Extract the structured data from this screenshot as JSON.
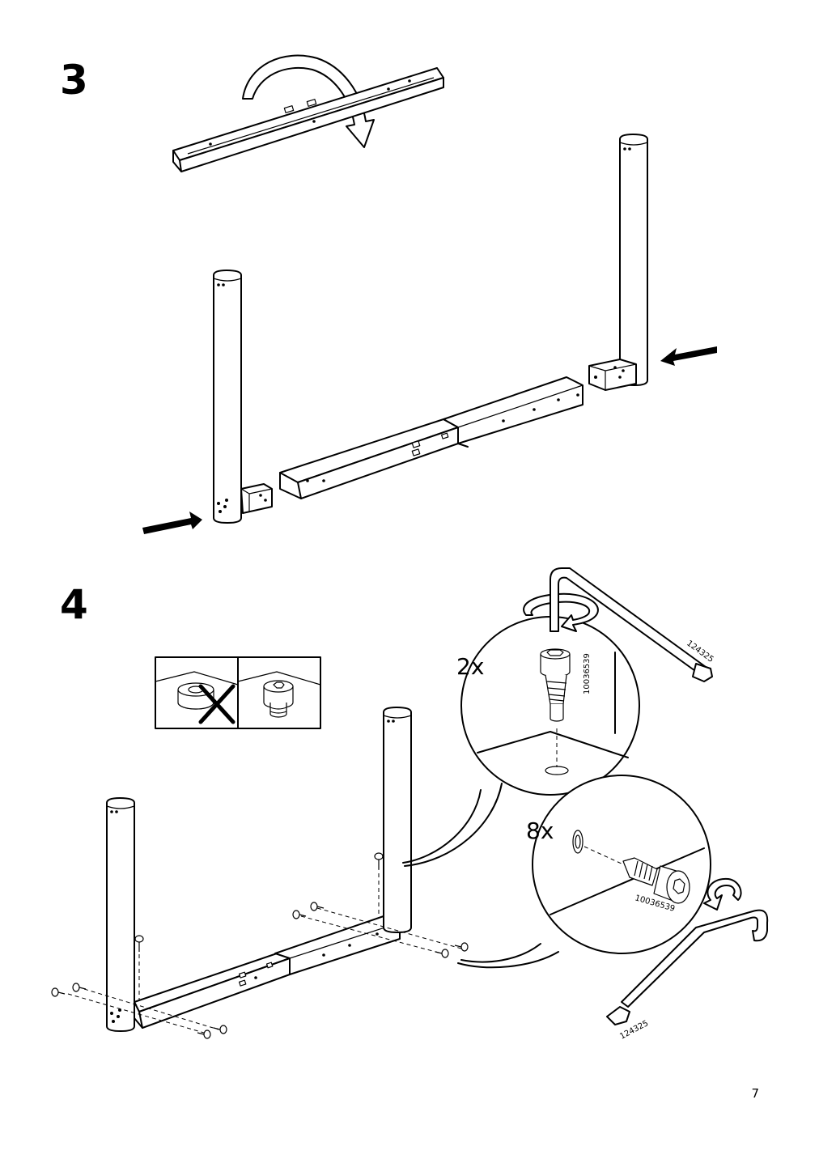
{
  "steps": [
    {
      "number": "3"
    },
    {
      "number": "4"
    }
  ],
  "detail": {
    "top": {
      "quantity": "2x",
      "part_code": "10036539",
      "tool_code": "124325"
    },
    "bottom": {
      "quantity": "8x",
      "part_code": "10036539",
      "tool_code": "124325"
    }
  },
  "page_number": "7"
}
